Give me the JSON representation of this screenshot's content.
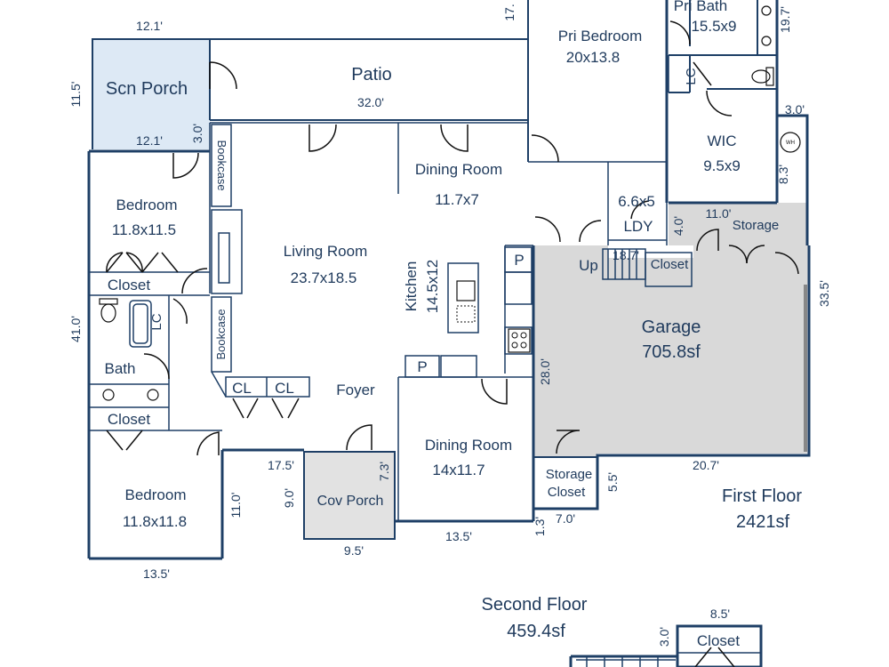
{
  "colors": {
    "wall": "#1e3f66",
    "text": "#1f3a5c",
    "porch": "#dde9f5",
    "garage": "#d9d9d9",
    "floor": "#ffffff"
  },
  "rooms": {
    "scn_porch": "Scn Porch",
    "patio": "Patio",
    "pri_bedroom": "Pri Bedroom",
    "pri_bedroom_size": "20x13.8",
    "pri_bath": "Pri Bath",
    "pri_bath_size": "15.5x9",
    "lc_top": "LC",
    "wic": "WIC",
    "wic_size": "9.5x9",
    "dining_top": "Dining Room",
    "dining_top_size": "11.7x7",
    "ldy_size": "6.6x5",
    "ldy": "LDY",
    "storage_top": "Storage",
    "bedroom1": "Bedroom",
    "bedroom1_size": "11.8x11.5",
    "bookcase1": "Bookcase",
    "bookcase2": "Bookcase",
    "living": "Living Room",
    "living_size": "23.7x18.5",
    "kitchen": "Kitchen",
    "kitchen_size": "14.5x12",
    "pantry1": "P",
    "pantry2": "P",
    "up": "Up",
    "closet_stair": "Closet",
    "closet1": "Closet",
    "lc_bath": "LC",
    "bath": "Bath",
    "closet2": "Closet",
    "garage": "Garage",
    "garage_size": "705.8sf",
    "cl1": "CL",
    "cl2": "CL",
    "foyer": "Foyer",
    "dining_bottom": "Dining Room",
    "dining_bottom_size": "14x11.7",
    "storage_closet_1": "Storage",
    "storage_closet_2": "Closet",
    "bedroom2": "Bedroom",
    "bedroom2_size": "11.8x11.8",
    "cov_porch": "Cov Porch",
    "closet_second": "Closet",
    "wh": "WH"
  },
  "dimensions": {
    "d_12_1_top": "12.1'",
    "d_17_top": "17.",
    "d_19_7": "19.7'",
    "d_11_5": "11.5'",
    "d_32_0": "32.0'",
    "d_12_1_mid": "12.1'",
    "d_3_0_porch": "3.0'",
    "d_3_0_right": "3.0'",
    "d_8_3": "8.3'",
    "d_11_0_storage": "11.0'",
    "d_4_0": "4.0'",
    "d_18_7": "18.7'",
    "d_33_5": "33.5'",
    "d_41_0": "41.0'",
    "d_28_0": "28.0'",
    "d_17_5": "17.5'",
    "d_7_3": "7.3'",
    "d_20_7": "20.7'",
    "d_5_5": "5.5'",
    "d_9_0": "9.0'",
    "d_11_0_bed": "11.0'",
    "d_7_0": "7.0'",
    "d_1_3": "1.3'",
    "d_13_5_mid": "13.5'",
    "d_9_5": "9.5'",
    "d_13_5_bottom": "13.5'",
    "d_8_5": "8.5'",
    "d_3_0_second": "3.0'"
  },
  "floors": {
    "first_title": "First Floor",
    "first_area": "2421sf",
    "second_title": "Second Floor",
    "second_area": "459.4sf"
  }
}
